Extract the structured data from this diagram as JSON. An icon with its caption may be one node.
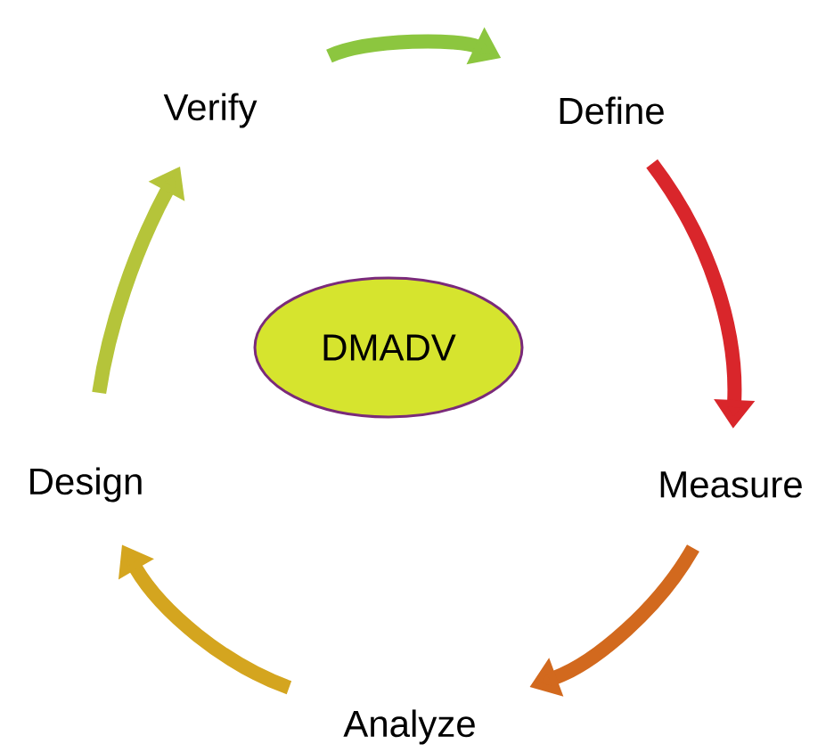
{
  "diagram": {
    "nodes": [
      {
        "text": [
          "Verify"
        ]
      },
      {
        "text": [
          "Define"
        ]
      },
      {
        "text": [
          "DMADV"
        ]
      },
      {
        "text": [
          "Design"
        ]
      },
      {
        "text": [
          "Measure"
        ]
      },
      {
        "text": [
          "Analyze"
        ]
      }
    ],
    "edges": [
      {
        "from": 0,
        "to": 1,
        "arrow": "to",
        "color": "#8cc63f"
      },
      {
        "from": 1,
        "to": 4,
        "arrow": "to",
        "color": "#d9262b"
      },
      {
        "from": 4,
        "to": 5,
        "arrow": "to",
        "color": "#d2691e"
      },
      {
        "from": 5,
        "to": 3,
        "arrow": "to",
        "color": "#d4a51f"
      },
      {
        "from": 3,
        "to": 0,
        "arrow": "to",
        "color": "#b5c43a"
      }
    ]
  }
}
